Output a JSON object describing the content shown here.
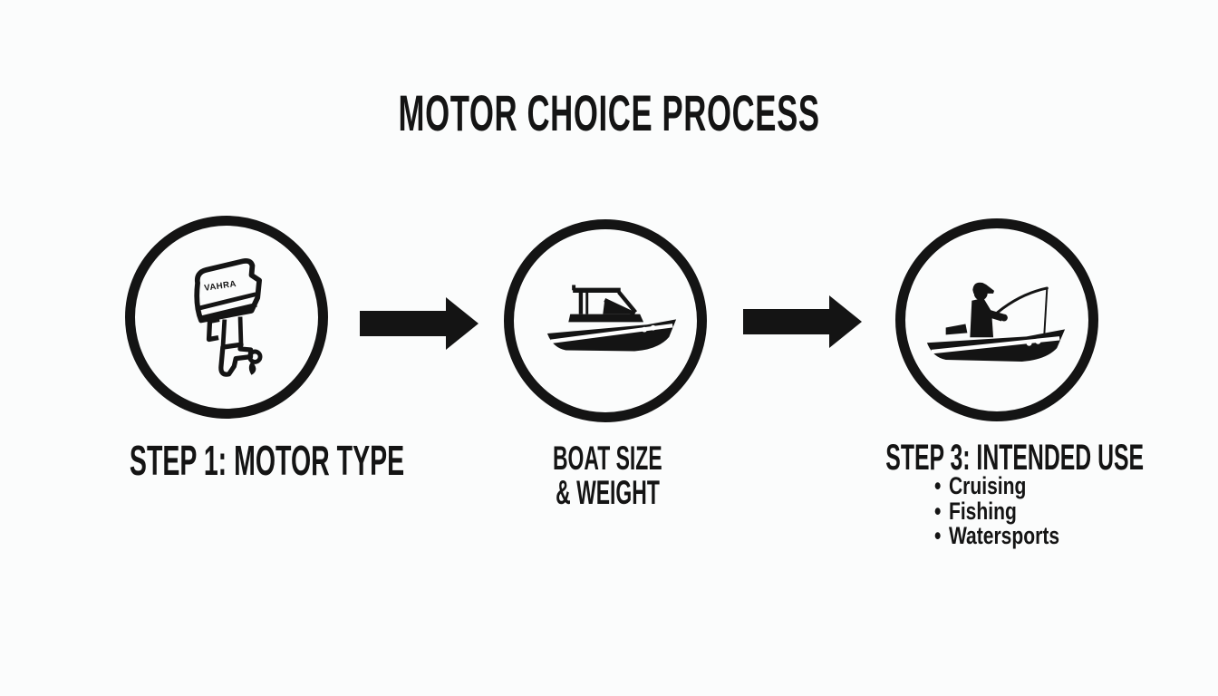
{
  "title": "MOTOR CHOICE PROCESS",
  "steps": [
    {
      "name": "motor-type",
      "label": "STEP 1: MOTOR TYPE",
      "icon": "outboard-motor-icon",
      "motor_brand": "VAHRA"
    },
    {
      "name": "boat-size-weight",
      "label_line1": "BOAT SIZE",
      "label_line2": "& WEIGHT",
      "icon": "boat-icon"
    },
    {
      "name": "intended-use",
      "label": "STEP 3: INTENDED USE",
      "icon": "fishing-boat-icon",
      "bullets": [
        {
          "glyph": "•",
          "text": "Cruising"
        },
        {
          "glyph": "•",
          "text": "Fishing"
        },
        {
          "glyph": "•",
          "text": "Watersports"
        }
      ]
    }
  ],
  "colors": {
    "ink": "#141414",
    "background": "#fbfcfc"
  }
}
